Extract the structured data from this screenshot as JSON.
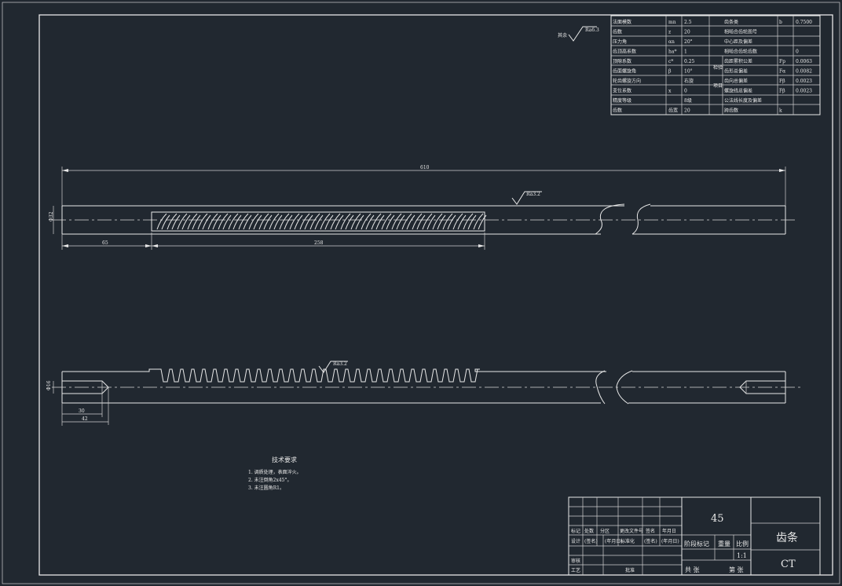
{
  "param_table": {
    "rows": [
      [
        "法面模数",
        "mn",
        "2.5",
        "齿条类",
        "b",
        "0.7500"
      ],
      [
        "齿数",
        "z",
        "20",
        "相啮合齿轮图号",
        "",
        ""
      ],
      [
        "压力角",
        "αn",
        "20°",
        "中心距及偏差",
        "",
        ""
      ],
      [
        "齿顶高系数",
        "ha*",
        "1",
        "相啮合齿轮齿数",
        "",
        "0"
      ],
      [
        "顶隙系数",
        "c*",
        "0.25",
        "齿距累积公差",
        "Fp",
        "0.0063"
      ],
      [
        "齿面螺旋角",
        "β",
        "10°",
        "齿形总偏差",
        "Fα",
        "0.0082"
      ],
      [
        "轮齿螺旋方向",
        "",
        "右旋",
        "齿向总偏差",
        "Fβ",
        "0.0023"
      ],
      [
        "变位系数",
        "x",
        "0",
        "螺旋线总偏差",
        "Fβ",
        "0.0023"
      ],
      [
        "精度等级",
        "",
        "8级",
        "公法线长度及偏差",
        "",
        ""
      ],
      [
        "齿数",
        "齿宽",
        "20",
        "跨齿数",
        "k",
        ""
      ]
    ],
    "group_label": "检验项目"
  },
  "surface_marks": {
    "other": "其余",
    "roughness_a": "Ra6.3",
    "roughness_b": "Ra3.2"
  },
  "dimensions": {
    "overall_length": "610",
    "diameter_top": "Φ32",
    "left_offset": "65",
    "tooth_length": "258",
    "diameter_bottom": "Φ16",
    "hole_depth": "30",
    "hole_total": "42"
  },
  "tech_requirements": {
    "title": "技术要求",
    "items": [
      "1. 调质处理，表面淬火。",
      "2. 未注倒角2x45°。",
      "3. 未注圆角R1。"
    ]
  },
  "title_block": {
    "material": "45",
    "part_name": "齿条",
    "drawing_code": "CT",
    "scale": "1:1",
    "stage_mark": "阶段标记",
    "weight": "重量",
    "ratio": "比例",
    "sheets": "共 张",
    "sheet_no": "第 张",
    "row_labels": [
      "标记",
      "处数",
      "分区",
      "更改文件号",
      "签名",
      "年月日"
    ],
    "design": "设计",
    "check": "审核",
    "process": "工艺",
    "standardize": "标准化",
    "approve": "批准",
    "sig_cols": [
      "(签名)",
      "(年月日)",
      "标准化",
      "(签名)",
      "(年月日)"
    ]
  }
}
